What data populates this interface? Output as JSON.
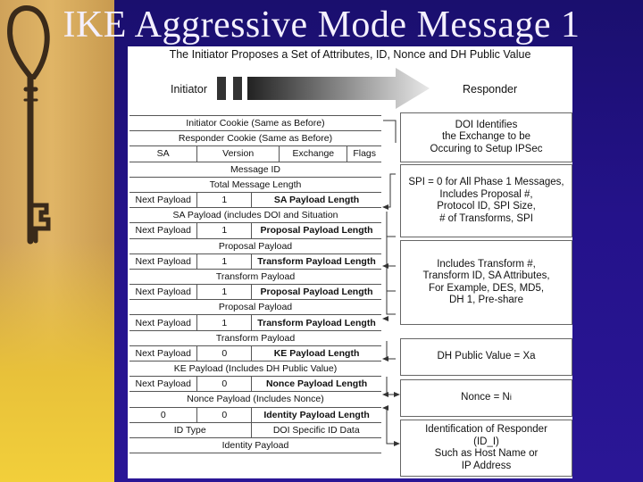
{
  "title": "IKE Aggressive Mode Message 1",
  "heading": "The Initiator Proposes a Set of Attributes, ID, Nonce and DH Public Value",
  "initiator_label": "Initiator",
  "responder_label": "Responder",
  "packet": {
    "initiator_cookie": "Initiator Cookie (Same as Before)",
    "responder_cookie": "Responder Cookie (Same as Before)",
    "sa": "SA",
    "version": "Version",
    "exchange": "Exchange",
    "flags": "Flags",
    "message_id": "Message ID",
    "total_length": "Total Message Length",
    "next_payload": "Next Payload",
    "one": "1",
    "zero": "0",
    "sa_payload_length": "SA Payload Length",
    "sa_payload": "SA Payload (includes DOI and Situation",
    "proposal_payload_length": "Proposal Payload Length",
    "proposal_payload": "Proposal Payload",
    "transform_payload_length": "Transform Payload Length",
    "transform_payload": "Transform Payload",
    "ke_payload_length": "KE Payload Length",
    "ke_payload": "KE Payload (Includes DH Public Value)",
    "nonce_payload_length": "Nonce Payload Length",
    "nonce_payload": "Nonce Payload (Includes Nonce)",
    "identity_payload_length": "Identity Payload Length",
    "id_type": "ID Type",
    "doi_specific": "DOI Specific ID Data",
    "identity_payload": "Identity Payload"
  },
  "notes": {
    "doi": [
      "DOI Identifies",
      "the Exchange to be",
      "Occuring to Setup IPSec"
    ],
    "spi": [
      "SPI = 0 for All Phase 1 Messages,",
      "Includes Proposal #,",
      "Protocol ID, SPI Size,",
      "# of Transforms, SPI"
    ],
    "transform": [
      "Includes Transform #,",
      "Transform ID, SA Attributes,",
      "For Example, DES, MD5,",
      "DH 1, Pre-share"
    ],
    "dh": [
      "DH Public Value = Xa"
    ],
    "nonce": [
      "Nonce = N",
      "i"
    ],
    "identity": [
      "Identification of Responder",
      "(ID_I)",
      "Such as Host Name or",
      "IP Address"
    ]
  },
  "colors": {
    "background": "#24128a",
    "panel": "#ffffff",
    "title": "#f4f0ff"
  }
}
